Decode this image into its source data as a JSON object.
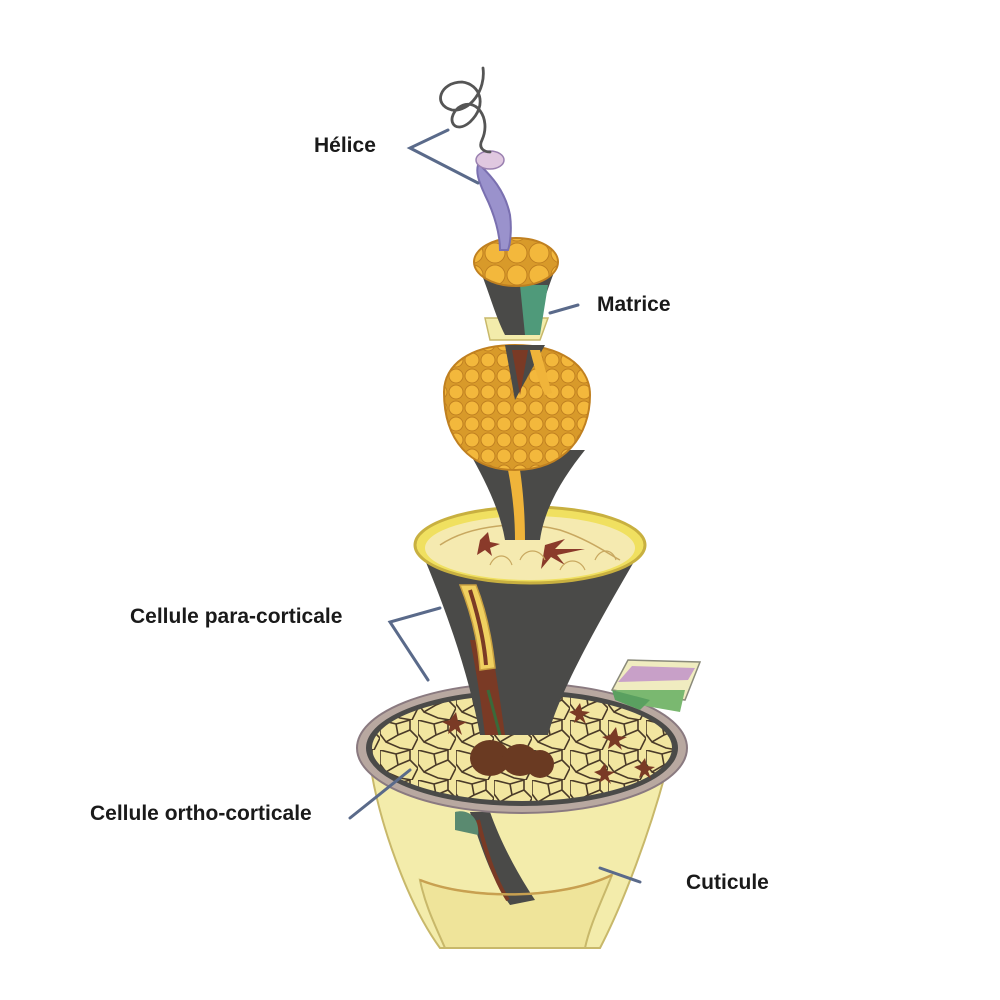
{
  "labels": {
    "helice": "Hélice",
    "matrice": "Matrice",
    "para_corticale": "Cellule para-corticale",
    "ortho_corticale": "Cellule ortho-corticale",
    "cuticule": "Cuticule"
  },
  "colors": {
    "leader_line": "#5a6a8a",
    "cuticle_fill": "#f3ecab",
    "cortex_dark": "#4a4a48",
    "medulla_brown": "#7a3a25",
    "cell_yellow": "#f2e6a0",
    "macrofibril_orange": "#f0b43a",
    "helix_purple": "#9a92cc",
    "matrix_green": "#4f9a7a",
    "cuticle_rim": "#b8a8a0"
  }
}
